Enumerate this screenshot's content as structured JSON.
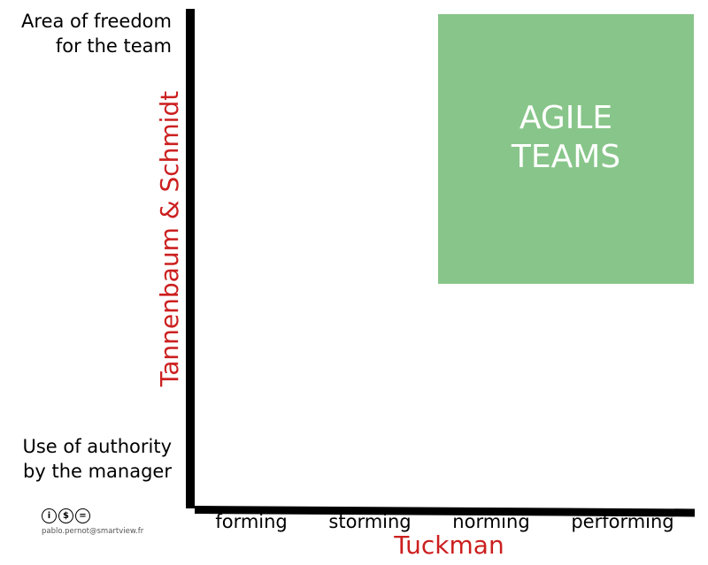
{
  "diagram": {
    "y_axis": {
      "title": "Tannenbaum & Schmidt",
      "top_label": "Area of freedom\nfor the team",
      "bottom_label": "Use of authority\nby the manager"
    },
    "x_axis": {
      "title": "Tuckman",
      "ticks": [
        "forming",
        "storming",
        "norming",
        "performing"
      ]
    },
    "highlight": {
      "label": "AGILE\nTEAMS",
      "color": "#88c58a"
    },
    "axis_title_color": "#cc1f1f"
  },
  "footer": {
    "license_icons": [
      "cc-by-icon",
      "cc-nc-icon",
      "cc-nd-icon"
    ],
    "license_glyphs": [
      "i",
      "$",
      "="
    ],
    "credit": "pablo.pernot@smartview.fr"
  }
}
